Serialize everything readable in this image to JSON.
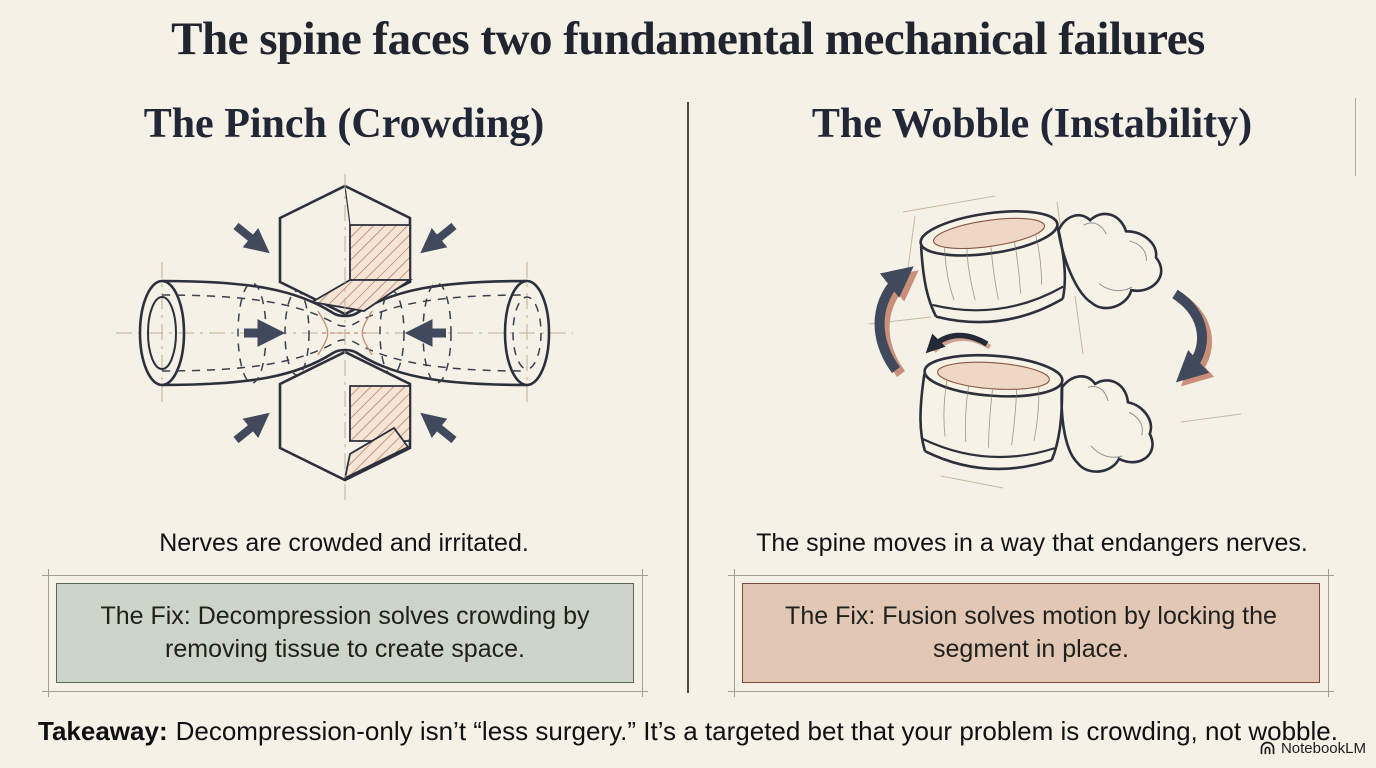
{
  "title": "The spine faces two fundamental mechanical failures",
  "panels": {
    "left": {
      "heading": "The Pinch (Crowding)",
      "caption": "Nerves are crowded and irritated.",
      "fix": "The Fix: Decompression solves crowding by removing tissue to create space.",
      "illustration": "pinched-nerve-tube-technical-drawing",
      "fix_color": "#ccd5c7"
    },
    "right": {
      "heading": "The Wobble (Instability)",
      "caption": "The spine moves in a way that endangers nerves.",
      "fix": "The Fix: Fusion solves motion by locking the segment in place.",
      "illustration": "wobbling-vertebrae-technical-drawing",
      "fix_color": "#e2c7b5"
    }
  },
  "takeaway": {
    "label": "Takeaway:",
    "text": "Decompression-only isn’t “less surgery.” It’s a targeted bet that your problem is crowding, not wobble."
  },
  "watermark": {
    "logo_icon": "notebooklm-logo-icon",
    "label": "NotebookLM"
  },
  "colors": {
    "background": "#f5f1e6",
    "heading_text": "#20242f",
    "body_text": "#121317",
    "arrow": "#414a5c",
    "accent_salmon": "#c98f7a",
    "hatch_line": "#aa705a",
    "divider": "#4b4c45"
  }
}
